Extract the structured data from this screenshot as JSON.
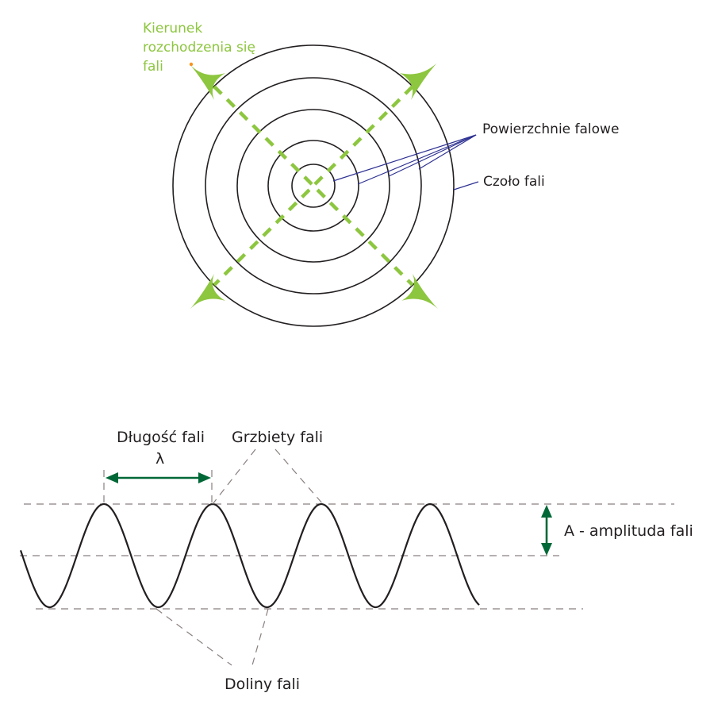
{
  "top_diagram": {
    "direction_label_lines": [
      "Kierunek",
      "rozchodzenia się",
      "fali"
    ],
    "wave_surfaces_label": "Powierzchnie falowe",
    "wave_front_label": "Czoło fali",
    "ring_count": 5
  },
  "bottom_diagram": {
    "wavelength_label": "Długość fali",
    "wavelength_symbol": "λ",
    "crests_label": "Grzbiety fali",
    "troughs_label": "Doliny fali",
    "amplitude_label": "A - amplituda fali"
  },
  "colors": {
    "propagation_green": "#8dc63f",
    "pointer_blue": "#2e3192",
    "arrow_dark_green": "#006837",
    "guide_gray": "#8a7f7f"
  }
}
